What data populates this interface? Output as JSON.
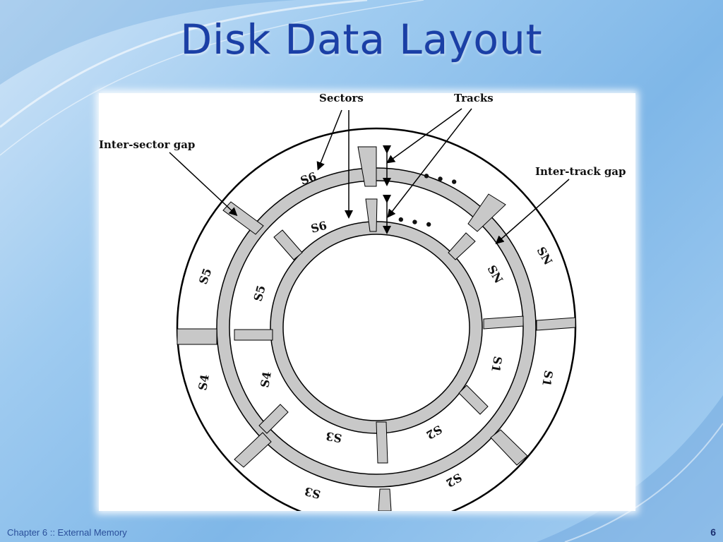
{
  "slide": {
    "title": "Disk Data Layout",
    "footer": "Chapter 6 :: External Memory",
    "page_number": "6"
  },
  "figure": {
    "labels": {
      "sectors": "Sectors",
      "tracks": "Tracks",
      "inter_sector_gap": "Inter-sector gap",
      "inter_track_gap": "Inter-track gap"
    },
    "outer_track_sectors": [
      "S6",
      "SN",
      "S1",
      "S2",
      "S3",
      "S4",
      "S5"
    ],
    "inner_track_sectors": [
      "S6",
      "SN",
      "S1",
      "S2",
      "S3",
      "S4",
      "S5"
    ],
    "ellipsis": "• • •"
  },
  "colors": {
    "title": "#1a3fa6",
    "gap_fill": "#c8c8c8",
    "track_outline": "#000000"
  }
}
